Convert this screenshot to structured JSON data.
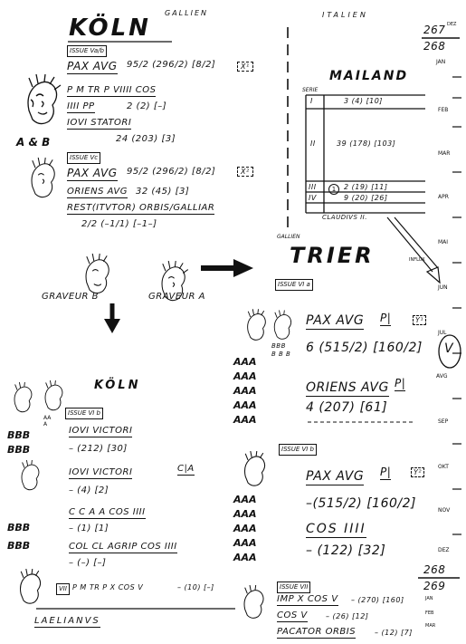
{
  "koln": {
    "header": "GALLIEN",
    "title": "KÖLN",
    "issue_a_label": "ISSUE Va/b",
    "line1": "PAX AVG",
    "frac1": "95/2 (296/2) [8/2]",
    "mark1": "X¹",
    "line2": "P M TR P VIIII COS",
    "line3": "IIII PP",
    "line3_vals": "2 (2) [–]",
    "line4": "IOVI STATORI",
    "line4_vals": "24 (203) [3]",
    "ab": "A & B",
    "issue_c_label": "ISSUE Vc",
    "line5": "PAX AVG",
    "frac5": "95/2 (296/2) [8/2]",
    "mark5": "X²",
    "line6": "ORIENS AVG",
    "line6_vals": "32 (45) [3]",
    "line7": "REST(ITVTOR) ORBIS/GALLIAR",
    "line7_vals": "2/2 (–1/1) [–1–]",
    "graveur_b": "GRAVEUR B",
    "graveur_a": "GRAVEUR A"
  },
  "italien": {
    "header": "ITALIEN",
    "year_top": "267",
    "year_top_note": "DEZ",
    "year_bottom": "268",
    "mailand": "MAILAND",
    "serie": "SERIE",
    "rows": [
      {
        "roman": "I",
        "vals": "3 (4) [10]"
      },
      {
        "roman": "II",
        "vals": "39 (178) [103]"
      },
      {
        "roman": "III",
        "vals": "2 (19) [11]"
      },
      {
        "roman": "IV",
        "vals": "9 (20) [26]"
      }
    ],
    "circle_mark": "1",
    "claudius": "CLAUDIVS II."
  },
  "months": [
    "JAN",
    "FEB",
    "MAR",
    "APR",
    "MAI",
    "JUN",
    "JUL",
    "AVG",
    "SEP",
    "OKT",
    "NOV",
    "DEZ"
  ],
  "circle_v": "V",
  "trier": {
    "header": "GALLIEN",
    "title": "TRIER",
    "influx": "INFLUX",
    "issue_a_label": "ISSUE VI a",
    "line1": "PAX AVG",
    "mint1": "P|",
    "mark1": "Y¹",
    "bbb_small": "BBB B B B",
    "line1_vals": "6 (515/2) [160/2]",
    "line2": "ORIENS AVG",
    "mint2": "P|",
    "line2_vals": "4 (207) [61]",
    "issue_b_label": "ISSUE VI b",
    "line3": "PAX AVG",
    "mint3": "P|",
    "mark3": "Y²",
    "line3_vals": "–(515/2) [160/2]",
    "line4": "COS IIII",
    "line4_vals": "– (122) [32]",
    "aaa": "AAA",
    "year_top": "268",
    "year_bottom": "269",
    "issue_vii_label": "ISSUE VII",
    "l5": "IMP X COS V",
    "l5_vals": "– (270) [160]",
    "l6": "COS V",
    "l6_vals": "– (26) [12]",
    "l7": "PACATOR ORBIS",
    "l7_vals": "– (12) [7]",
    "months_small": [
      "JAN",
      "FEB",
      "MAR"
    ]
  },
  "koln2": {
    "title": "KÖLN",
    "aa": "AA A",
    "issue_label": "ISSUE VI b",
    "line1": "IOVI VICTORI",
    "line1_vals": "– (212) [30]",
    "line2": "IOVI VICTORI",
    "mint2": "C|A",
    "line2_vals": "– (4) [2]",
    "line3": "C C A A COS IIII",
    "line3_vals": "– (1) [1]",
    "line4": "COL CL AGRIP COS IIII",
    "line4_vals": "– (–) [–]",
    "vii_label": "VII",
    "vii_text": "P M TR P X COS V",
    "vii_vals": "– (10) [–]",
    "laelianus": "LAELIANVS",
    "bbb": "BBB"
  }
}
